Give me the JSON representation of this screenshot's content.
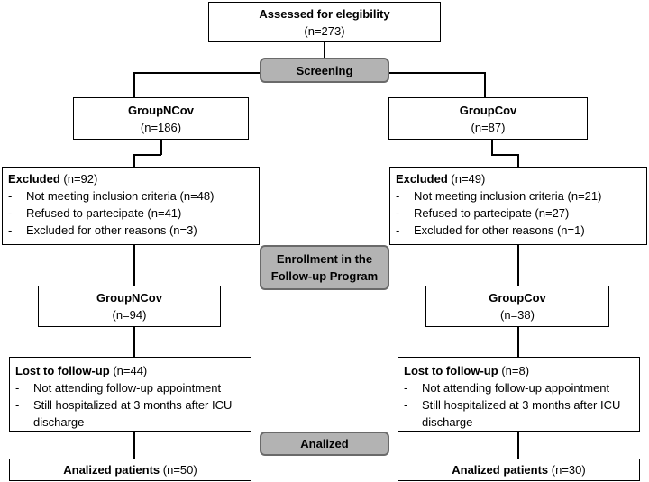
{
  "assessed": {
    "title": "Assessed for elegibility",
    "count": "(n=273)"
  },
  "stages": {
    "screening": "Screening",
    "enrollment": "Enrollment in the Follow-up Program",
    "analized": "Analized"
  },
  "left": {
    "group_title": "GroupNCov",
    "group_count": "(n=186)",
    "excluded_title": "Excluded",
    "excluded_count": " (n=92)",
    "excluded_items": [
      "Not meeting inclusion criteria (n=48)",
      "Refused to partecipate (n=41)",
      "Excluded for other reasons (n=3)"
    ],
    "enrolled_title": "GroupNCov",
    "enrolled_count": "(n=94)",
    "lost_title": "Lost to follow-up",
    "lost_count": " (n=44)",
    "lost_items": [
      "Not attending follow-up appointment",
      "Still hospitalized at 3 months after ICU discharge"
    ],
    "analized_title": "Analized patients",
    "analized_count": " (n=50)"
  },
  "right": {
    "group_title": "GroupCov",
    "group_count": "(n=87)",
    "excluded_title": "Excluded",
    "excluded_count": " (n=49)",
    "excluded_items": [
      "Not meeting inclusion criteria (n=21)",
      "Refused to partecipate (n=27)",
      "Excluded for other reasons (n=1)"
    ],
    "enrolled_title": "GroupCov",
    "enrolled_count": "(n=38)",
    "lost_title": "Lost to follow-up",
    "lost_count": " (n=8)",
    "lost_items": [
      "Not attending follow-up appointment",
      "Still hospitalized at 3 months after ICU discharge"
    ],
    "analized_title": "Analized patients",
    "analized_count": " (n=30)"
  }
}
